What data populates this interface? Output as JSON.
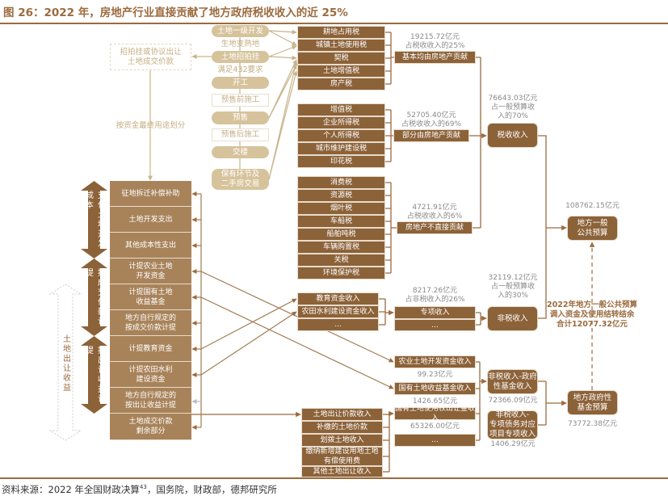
{
  "title": "图 26：2022 年，房地产行业直接贡献了地方政府税收收入的近 25%",
  "source": {
    "text": "资料来源：2022 年全国财政决算",
    "sup": "43",
    "rest": "，国务院，财政部，德邦研究所"
  },
  "process": [
    "土地一级开发",
    "生地变熟地",
    "土地招拍挂",
    "满足432要求",
    "开工",
    "预售前施工",
    "预售",
    "预售后施工",
    "交楼",
    "保有环节及\n二手房交易"
  ],
  "land_transfer_box": "招拍挂或协议出让\n土地成交价款",
  "fund_use_label": "按资金最终用途划分",
  "tax_groups": [
    [
      "耕地占用税",
      "城镇土地使用税",
      "契税",
      "土地增值税",
      "房产税"
    ],
    [
      "增值税",
      "企业所得税",
      "个人所得税",
      "城市维护建设税",
      "印花税"
    ],
    [
      "消费税",
      "资源税",
      "烟叶税",
      "车船税",
      "船舶吨税",
      "车辆购置税",
      "关税",
      "环境保护税"
    ]
  ],
  "tax_summaries": [
    {
      "amount": "19215.72亿元",
      "share": "占税收收入的25%",
      "label": "基本均由房地产贡献"
    },
    {
      "amount": "52705.40亿元",
      "share": "占税收收入的69%",
      "label": "部分由房地产贡献"
    },
    {
      "amount": "4721.91亿元",
      "share": "占税收收入的6%",
      "label": "房地产不直接贡献"
    }
  ],
  "tax_revenue": {
    "label": "税收收入",
    "amount": "76643.03亿元",
    "share1": "占一般预算收",
    "share2": "入的70%"
  },
  "nontax_items": [
    "教育资金收入",
    "农田水利建设资金收入",
    "..."
  ],
  "special_revenue": {
    "amount": "8217.26亿元",
    "share": "占非税收入的26%",
    "label": "专项收入",
    "more": "..."
  },
  "nontax_revenue": {
    "label": "非税收入",
    "amount": "32119.12亿元",
    "share1": "占一般预算收",
    "share2": "入的30%"
  },
  "general_budget": {
    "label": "地方一般\n公共预算",
    "amount": "108762.15亿元"
  },
  "transfer_note": [
    "2022年地方一般公共预算",
    "调入资金及使用结转结余",
    "合计12077.32亿元"
  ],
  "fund_items": [
    {
      "label": "农业土地开发资金收入",
      "amount": "99.23亿元"
    },
    {
      "label": "国有土地收益基金收入",
      "amount": "1426.65亿元"
    },
    {
      "label": "国有土地使用权出让金收入",
      "amount": "65326.00亿元"
    },
    {
      "label": "..."
    }
  ],
  "gov_fund_nontax": {
    "label": "非税收入-政府\n性基金收入",
    "amount": "72366.09亿元"
  },
  "special_debt": {
    "label": "非税收入-\n专项债务对应\n项目专项收入",
    "amount": "1406.29亿元"
  },
  "gov_fund_budget": {
    "label": "地方政府性\n基金预算",
    "amount": "73772.38亿元"
  },
  "land_revenue_items": [
    "土地出让价款收入",
    "补缴的土地价款",
    "划拨土地收入",
    "缴纳新增建设用地土地\n有偿使用费",
    "其他土地出让收入"
  ],
  "expenditure_items": [
    "征地拆迁补偿补助",
    "土地开发支出",
    "其他成本性支出",
    "计提农业土地\n开发资金",
    "计提国有土地\n收益基金",
    "地方自行规定的\n按成交价款计提",
    "计提教育资金",
    "计提农田水利\n建设资金",
    "地方自行规定的\n按出让收益计提",
    "土地成交价款\n剩余部分"
  ],
  "brackets": [
    "支付土地开发成本",
    "按成交价款计提",
    "按出让收益计提"
  ],
  "outer_bracket": "土地出让收益",
  "colors": {
    "brand": "#9b6b3f",
    "box": "#8c6239",
    "stack": "#a8835a",
    "pill": "#d6c39b",
    "line": "#a07a50"
  }
}
